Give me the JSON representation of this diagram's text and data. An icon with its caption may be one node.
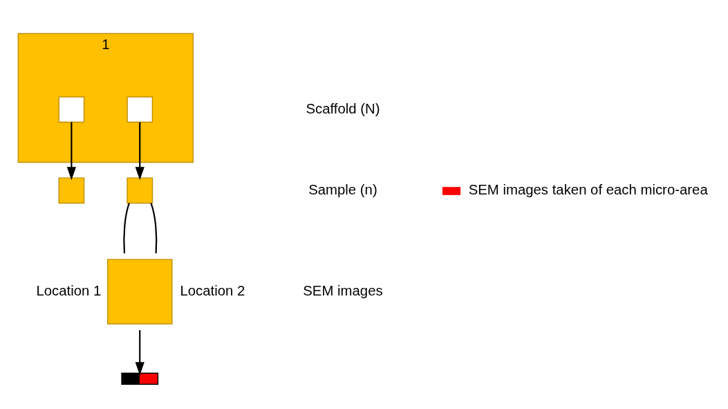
{
  "diagram": {
    "nodes": [
      {
        "text": [
          "1"
        ]
      },
      {
        "text": [],
        "shape": "box",
        "in": 0
      },
      {
        "text": [],
        "shape": "box",
        "in": 0
      },
      {
        "text": [],
        "shape": "box"
      },
      {
        "text": [],
        "shape": "box"
      },
      {
        "text": [],
        "shape": "box",
        "beside": [
          "Location 1",
          "Location 2"
        ]
      },
      {
        "text": [],
        "shape": "picture"
      }
    ],
    "edges": [
      {
        "from": 1,
        "to": 3,
        "arrow": "to"
      },
      {
        "from": 2,
        "to": 4,
        "arrow": "to"
      },
      {
        "from": 4,
        "to": 5,
        "arrow": "none"
      },
      {
        "from": 4,
        "to": 5,
        "arrow": "none"
      },
      {
        "from": 5,
        "to": 6,
        "arrow": "to"
      }
    ],
    "labels": [
      "Scaffold (N)",
      "Sample (n)",
      "SEM images"
    ],
    "legend": [
      {
        "text": "SEM images taken of each micro-area",
        "color": "#ff0000"
      }
    ]
  }
}
